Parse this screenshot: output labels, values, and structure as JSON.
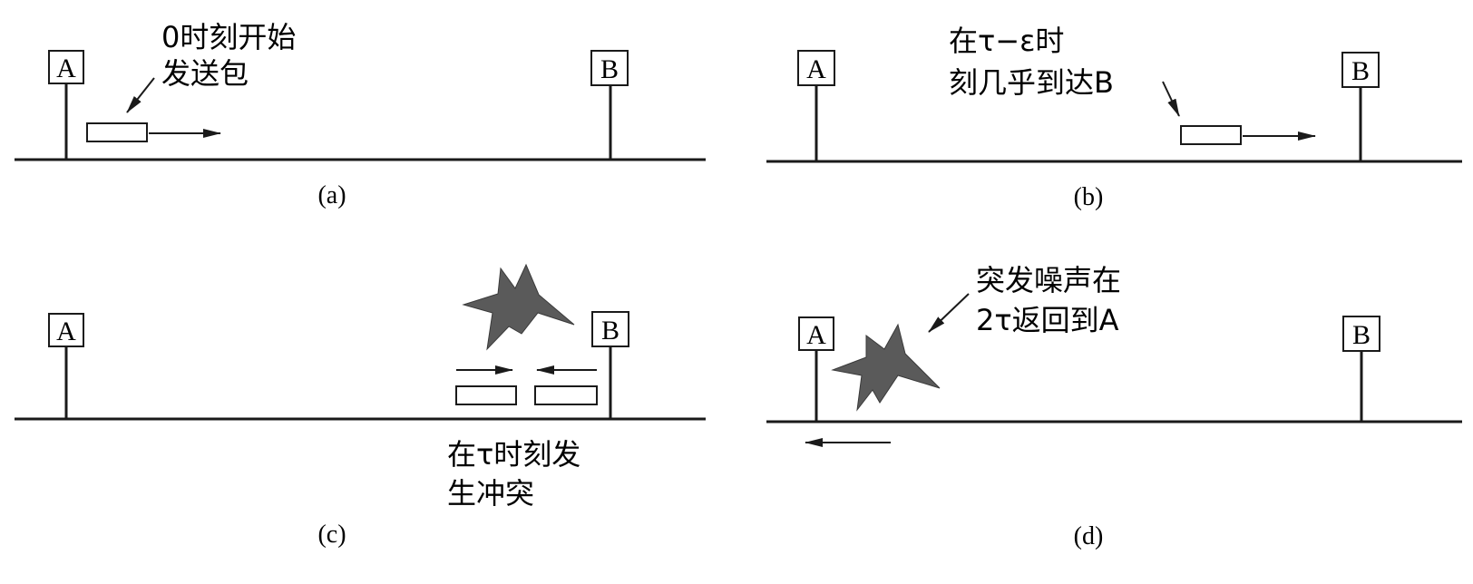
{
  "panels": [
    {
      "id": "a",
      "caption": "(a)",
      "node_a": "A",
      "node_b": "B",
      "annotation": [
        "0时刻开始",
        "发送包"
      ]
    },
    {
      "id": "b",
      "caption": "(b)",
      "node_a": "A",
      "node_b": "B",
      "annotation": [
        "在τ−ε时",
        "刻几乎到达B"
      ]
    },
    {
      "id": "c",
      "caption": "(c)",
      "node_a": "A",
      "node_b": "B",
      "annotation": [
        "在τ时刻发",
        "生冲突"
      ]
    },
    {
      "id": "d",
      "caption": "(d)",
      "node_a": "A",
      "node_b": "B",
      "annotation": [
        "突发噪声在",
        "2τ返回到A"
      ]
    }
  ]
}
